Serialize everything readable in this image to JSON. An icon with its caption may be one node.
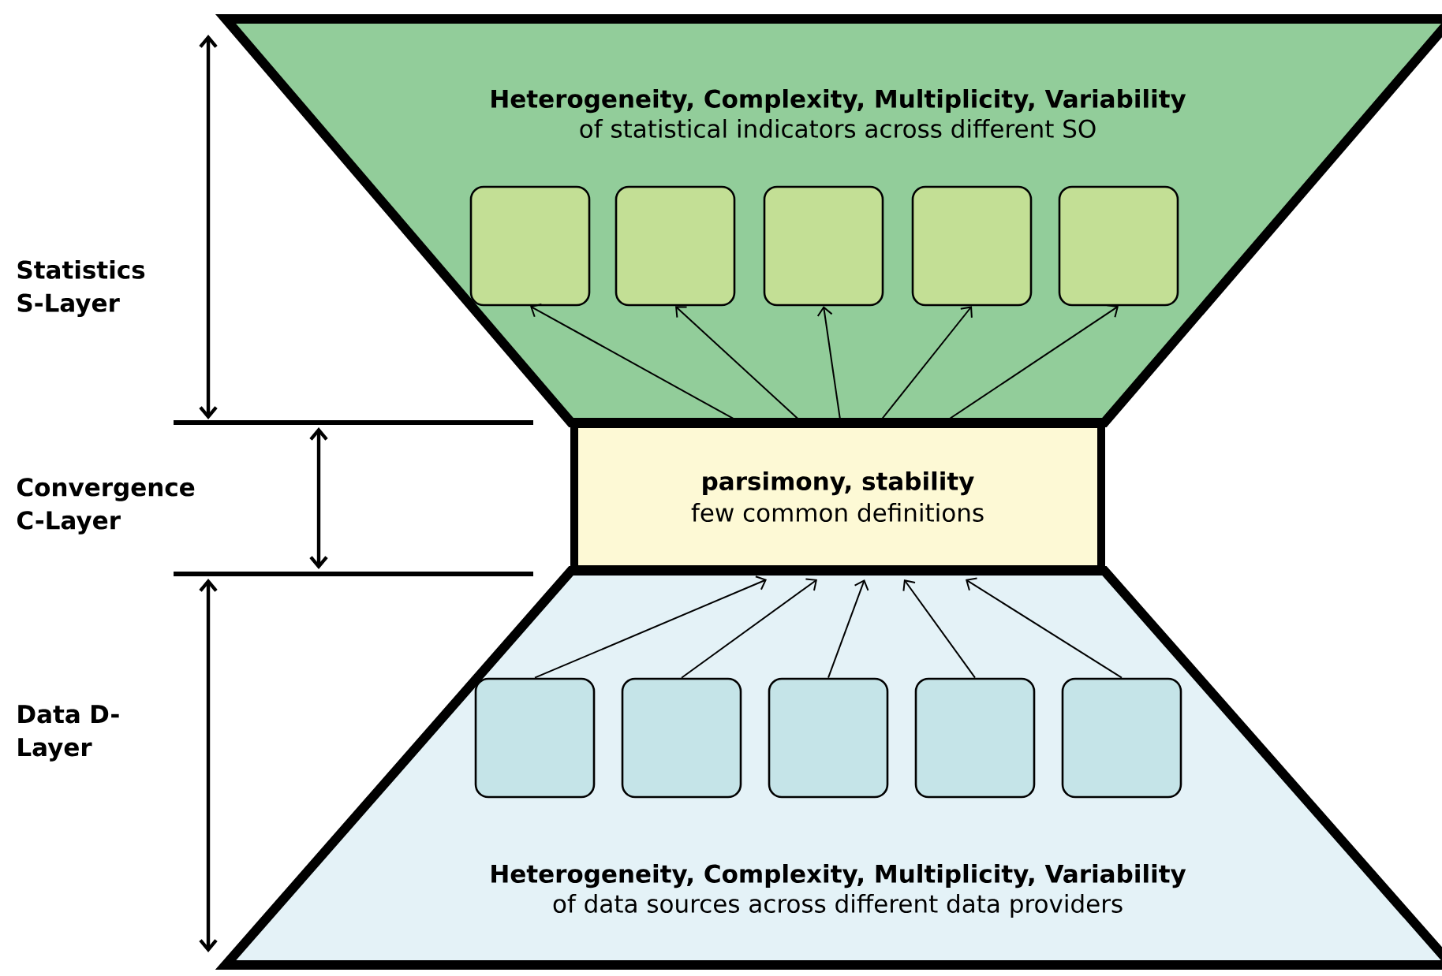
{
  "diagram": {
    "nodes": [
      {
        "text": [
          "Heterogeneity, Complexity, Multiplicity, Variability",
          "of statistical indicators across different SO"
        ]
      },
      {
        "text": [],
        "shape": "box",
        "in": 0
      },
      {
        "text": [],
        "shape": "box",
        "in": 0
      },
      {
        "text": [],
        "shape": "box",
        "in": 0
      },
      {
        "text": [],
        "shape": "box",
        "in": 0
      },
      {
        "text": [],
        "shape": "box",
        "in": 0
      },
      {
        "text": [
          "parsimony, stability",
          "few common definitions"
        ]
      },
      {
        "text": [
          "Heterogeneity, Complexity, Multiplicity, Variability",
          "of data sources across different data providers"
        ]
      },
      {
        "text": [],
        "shape": "box",
        "in": 7
      },
      {
        "text": [],
        "shape": "box",
        "in": 7
      },
      {
        "text": [],
        "shape": "box",
        "in": 7
      },
      {
        "text": [],
        "shape": "box",
        "in": 7
      },
      {
        "text": [],
        "shape": "box",
        "in": 7
      }
    ],
    "edges": [
      {
        "from": 6,
        "to": 1,
        "arrow": "to"
      },
      {
        "from": 6,
        "to": 2,
        "arrow": "to"
      },
      {
        "from": 6,
        "to": 3,
        "arrow": "to"
      },
      {
        "from": 6,
        "to": 4,
        "arrow": "to"
      },
      {
        "from": 6,
        "to": 5,
        "arrow": "to"
      },
      {
        "from": 8,
        "to": 6,
        "arrow": "to"
      },
      {
        "from": 9,
        "to": 6,
        "arrow": "to"
      },
      {
        "from": 10,
        "to": 6,
        "arrow": "to"
      },
      {
        "from": 11,
        "to": 6,
        "arrow": "to"
      },
      {
        "from": 12,
        "to": 6,
        "arrow": "to"
      }
    ],
    "labels": [
      "Statistics S-Layer",
      "Convergence C-Layer",
      "Data D-Layer"
    ]
  }
}
